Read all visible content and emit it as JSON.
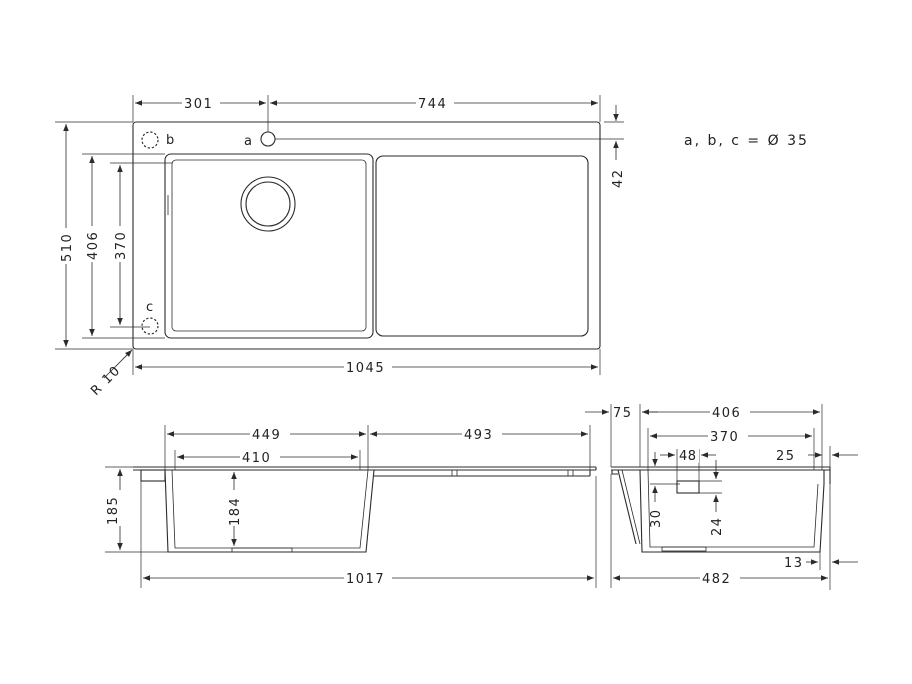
{
  "note": "a, b, c = Ø 35",
  "top_view": {
    "labels": {
      "a": "a",
      "b": "b",
      "c": "c"
    },
    "dims": {
      "left_offset": "301",
      "right_span": "744",
      "tap_offset": "42",
      "total_height": "510",
      "bowl_outer_height": "406",
      "bowl_inner_height": "370",
      "total_width": "1045",
      "radius": "R 10"
    }
  },
  "front_section": {
    "dims": {
      "bowl_outer_width": "449",
      "drainer_width": "493",
      "bowl_inner_width": "410",
      "height": "185",
      "bowl_depth": "184",
      "total_width": "1017"
    }
  },
  "side_section": {
    "dims": {
      "front_lip": "75",
      "bowl_outer": "406",
      "bowl_inner": "370",
      "rim_48": "48",
      "back_25": "25",
      "depth_30": "30",
      "depth_24": "24",
      "bottom_13": "13",
      "total_depth": "482"
    }
  }
}
